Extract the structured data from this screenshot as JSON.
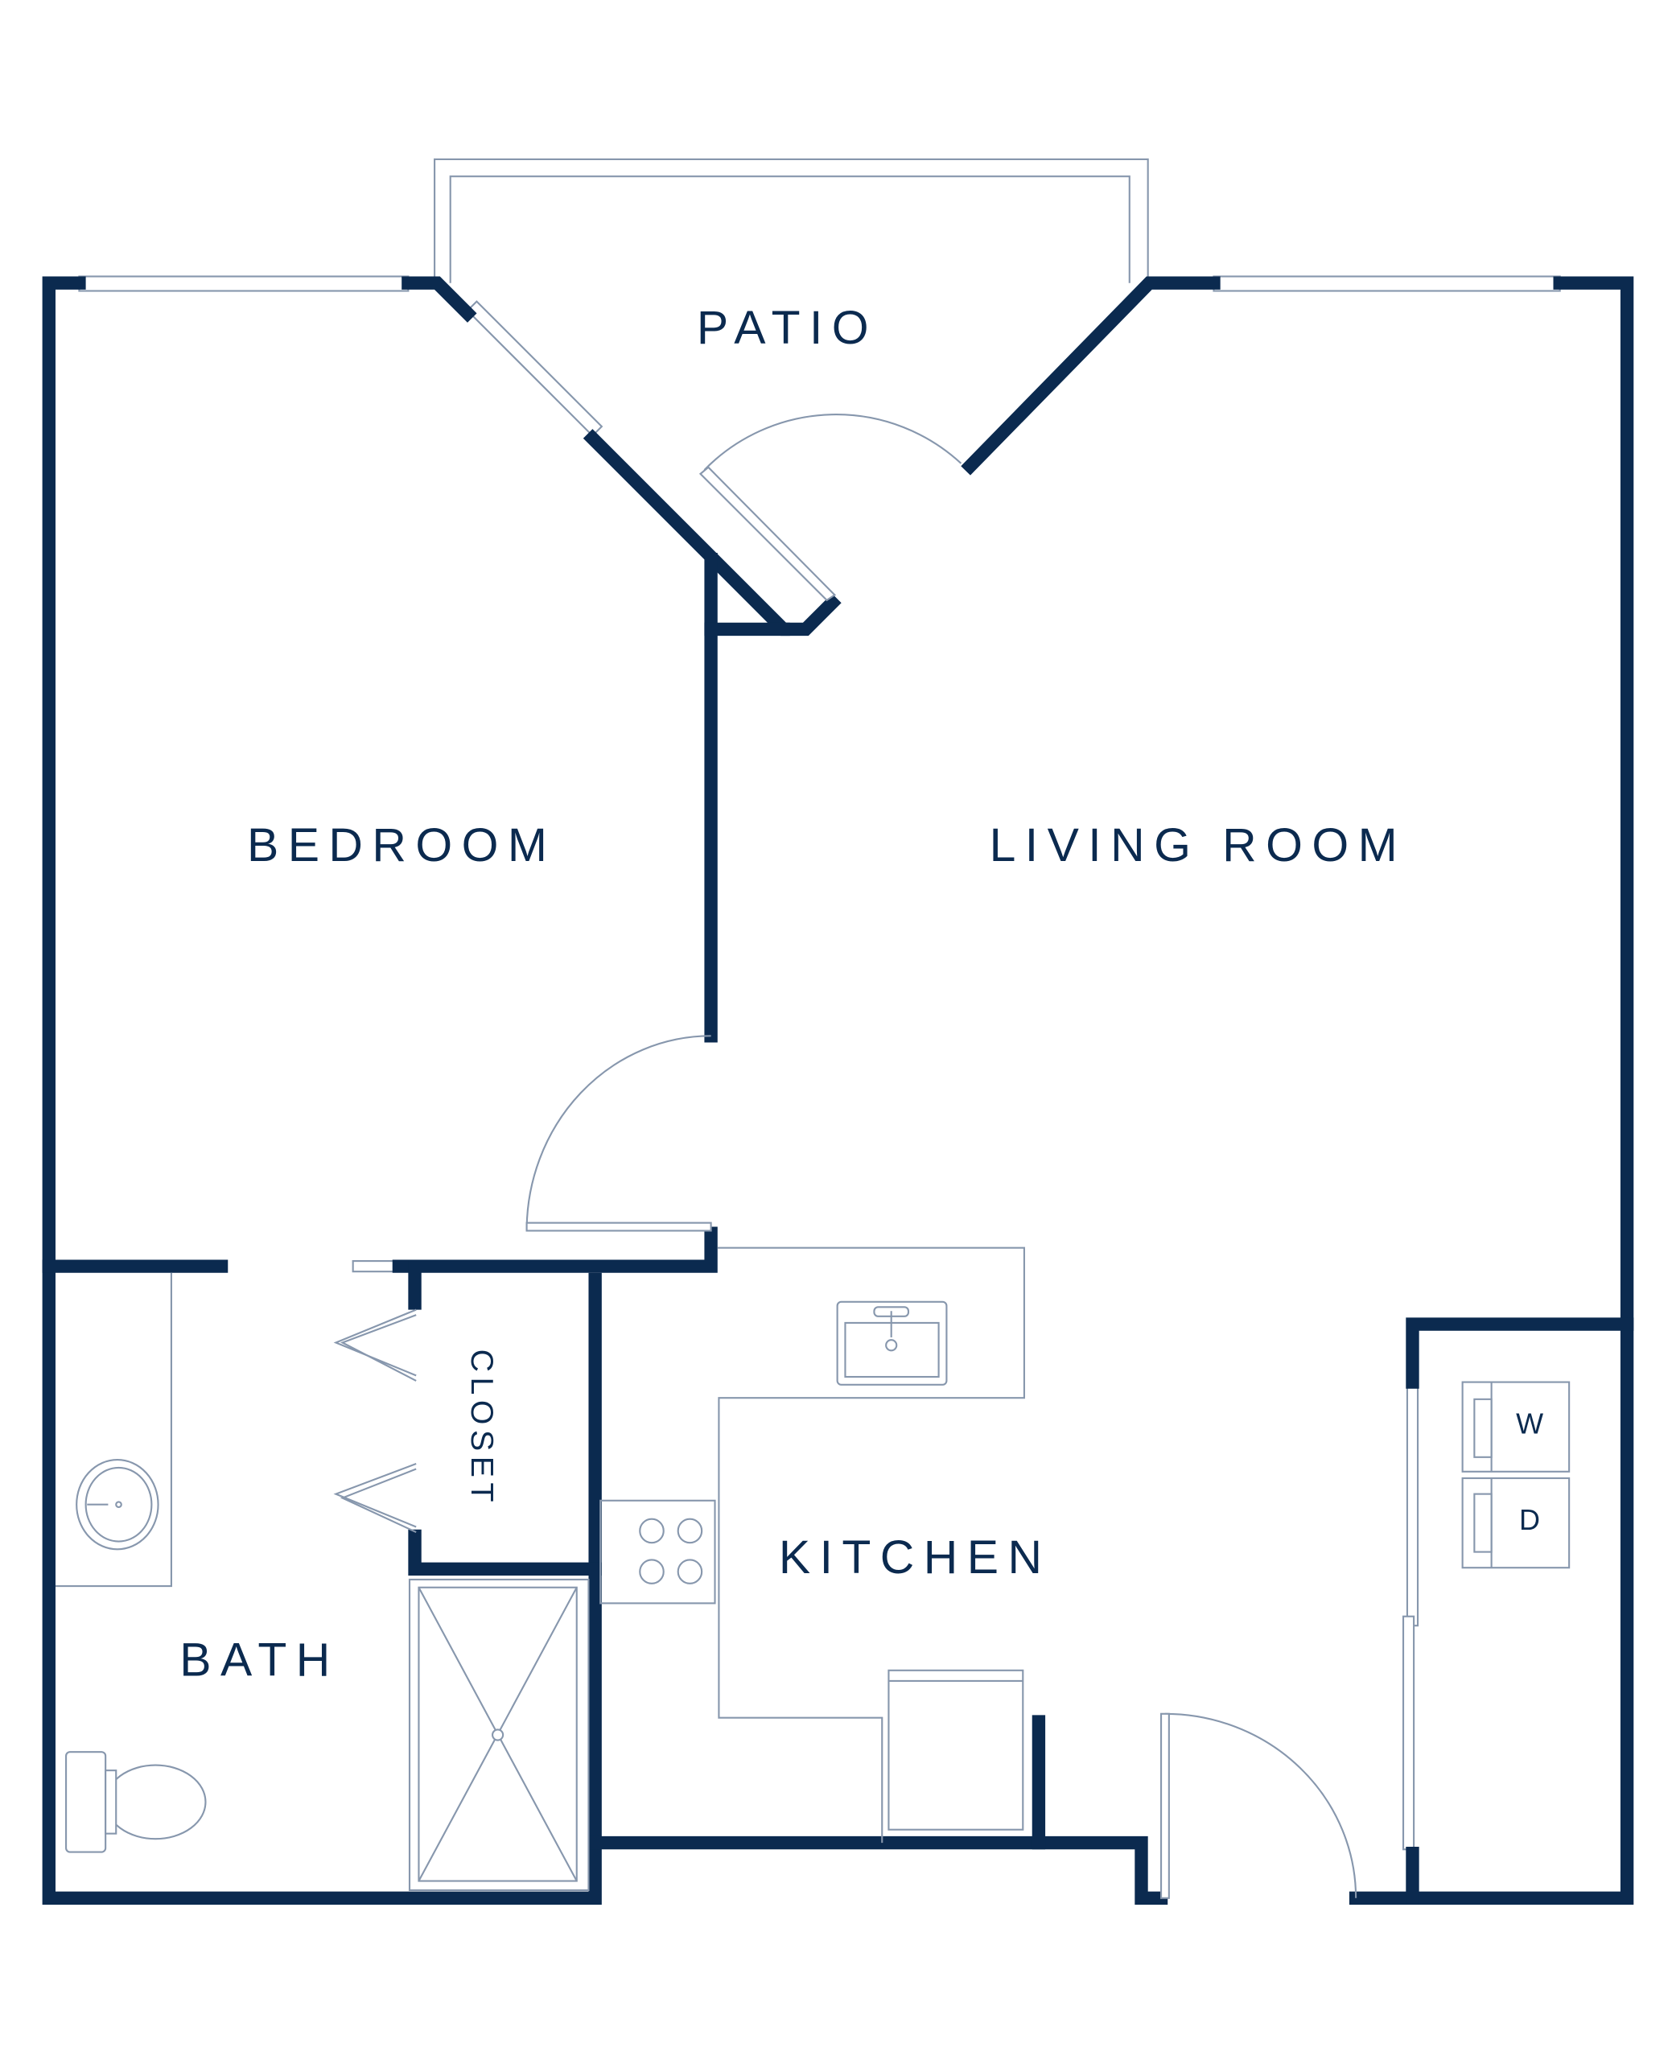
{
  "rooms": {
    "patio": "PATIO",
    "bedroom": "BEDROOM",
    "living_room": "LIVING ROOM",
    "closet": "CLOSET",
    "kitchen": "KITCHEN",
    "bath": "BATH"
  },
  "appliances": {
    "washer": "W",
    "dryer": "D"
  },
  "colors": {
    "wall": "#0b2a4f",
    "fixture": "#8797ad"
  }
}
